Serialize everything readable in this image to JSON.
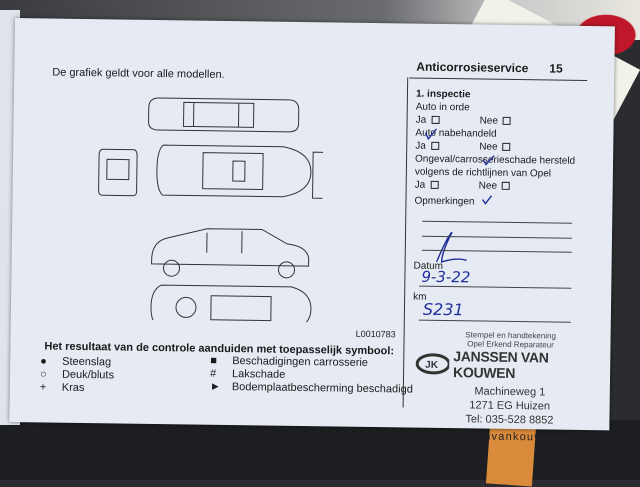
{
  "page": {
    "intro": "De grafiek geldt voor alle modellen.",
    "title": "Anticorrosieservice",
    "page_number": "15",
    "diagram_ref": "L0010783"
  },
  "form": {
    "section": "1. inspectie",
    "questions": [
      {
        "label": "Auto in orde",
        "yes": "Ja",
        "no": "Nee",
        "checked": "yes"
      },
      {
        "label": "Auto nabehandeld",
        "yes": "Ja",
        "no": "Nee",
        "checked": "no"
      },
      {
        "label": "Ongeval/carrosserieschade hersteld volgens de richtlijnen van Opel",
        "yes": "Ja",
        "no": "Nee",
        "checked": "no"
      }
    ],
    "remarks_label": "Opmerkingen",
    "date_label": "Datum",
    "date_value": "9-3-22",
    "km_label": "km",
    "km_value": "S231"
  },
  "legend": {
    "heading": "Het resultaat van de controle aanduiden met toepasselijk symbool:",
    "items": [
      {
        "symbol": "●",
        "label": "Steenslag"
      },
      {
        "symbol": "○",
        "label": "Deuk/bluts"
      },
      {
        "symbol": "+",
        "label": "Kras"
      },
      {
        "symbol": "■",
        "label": "Beschadigingen carrosserie"
      },
      {
        "symbol": "#",
        "label": "Lakschade"
      },
      {
        "symbol": "►",
        "label": "Bodemplaatbescherming beschadigd"
      }
    ]
  },
  "dealer": {
    "stamp_line1": "Stempel en handtekening",
    "stamp_line2": "Opel Erkend Reparateur",
    "name": "JANSSEN VAN KOUWEN",
    "address1": "Machineweg 1",
    "address2": "1271 EG Huizen",
    "phone": "Tel: 035-528 8852",
    "website": "www.janssenvankouwen.nl"
  },
  "colors": {
    "paper": "#e6ebf3",
    "ink": "#1f2f9a"
  }
}
